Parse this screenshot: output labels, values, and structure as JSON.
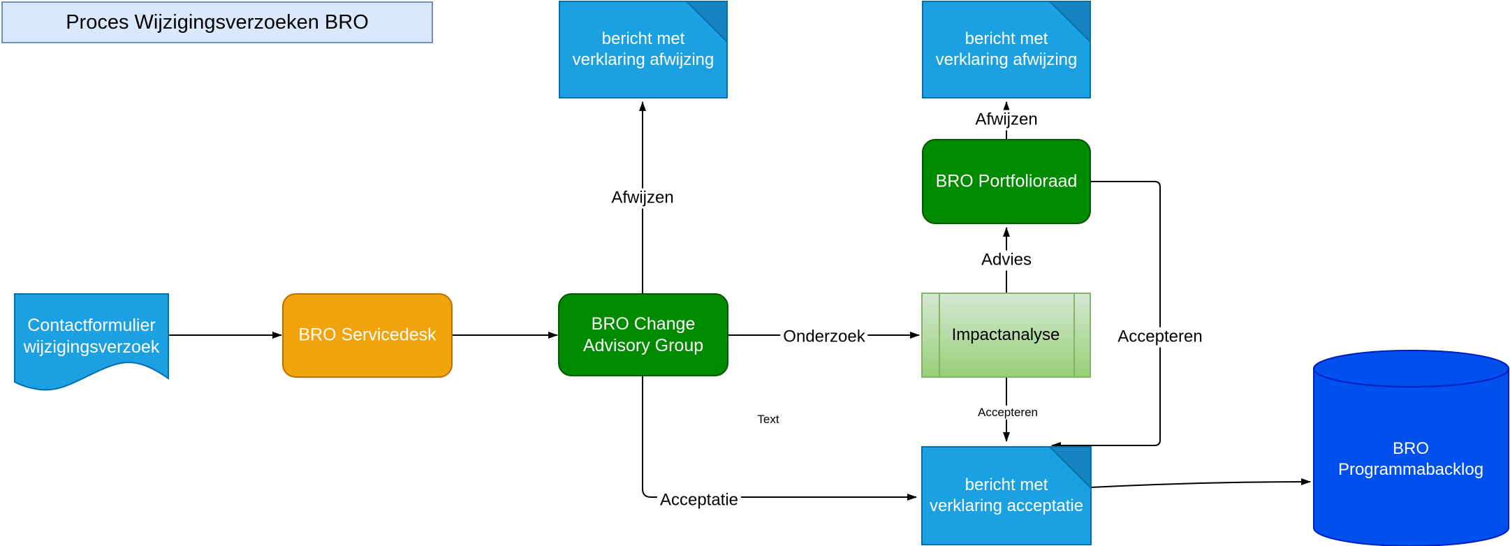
{
  "title": {
    "label": "Proces Wijzigingsverzoeken BRO"
  },
  "nodes": {
    "contactformulier": {
      "label": "Contactformulier\nwijzigingsverzoek",
      "shape": "document"
    },
    "servicedesk": {
      "label": "BRO Servicedesk",
      "shape": "rounded-rectangle"
    },
    "change_advisory": {
      "label": "BRO Change\nAdvisory Group",
      "shape": "rounded-rectangle"
    },
    "note_afwijzing_1": {
      "label": "bericht met\nverklaring afwijzing",
      "shape": "note"
    },
    "note_afwijzing_2": {
      "label": "bericht met\nverklaring afwijzing",
      "shape": "note"
    },
    "portfolioraad": {
      "label": "BRO Portfolioraad",
      "shape": "rounded-rectangle"
    },
    "impactanalyse": {
      "label": "Impactanalyse",
      "shape": "process"
    },
    "note_acceptatie": {
      "label": "bericht met\nverklaring acceptatie",
      "shape": "note"
    },
    "programmabacklog": {
      "label": "BRO\nProgrammabacklog",
      "shape": "cylinder"
    }
  },
  "edge_labels": {
    "afwijzen_cag": "Afwijzen",
    "afwijzen_portfolioraad": "Afwijzen",
    "onderzoek": "Onderzoek",
    "advies": "Advies",
    "accepteren_right": "Accepteren",
    "accepteren_down": "Accepteren",
    "acceptatie": "Acceptatie",
    "text_note": "Text"
  },
  "colors": {
    "title_fill": "#DAE8FC",
    "title_stroke": "#6C8EBF",
    "blue_fill": "#1BA1E2",
    "blue_fold": "#1584C0",
    "blue_stroke": "#006EAF",
    "orange_fill": "#F0A30A",
    "orange_stroke": "#BD7000",
    "green_fill": "#008A00",
    "green_stroke": "#005700",
    "impact_fill_top": "#D5E8D4",
    "impact_fill_bottom": "#97D077",
    "impact_stroke": "#82B366",
    "cobalt_fill": "#0050EF",
    "cobalt_stroke": "#001DBF",
    "connector": "#000000"
  }
}
